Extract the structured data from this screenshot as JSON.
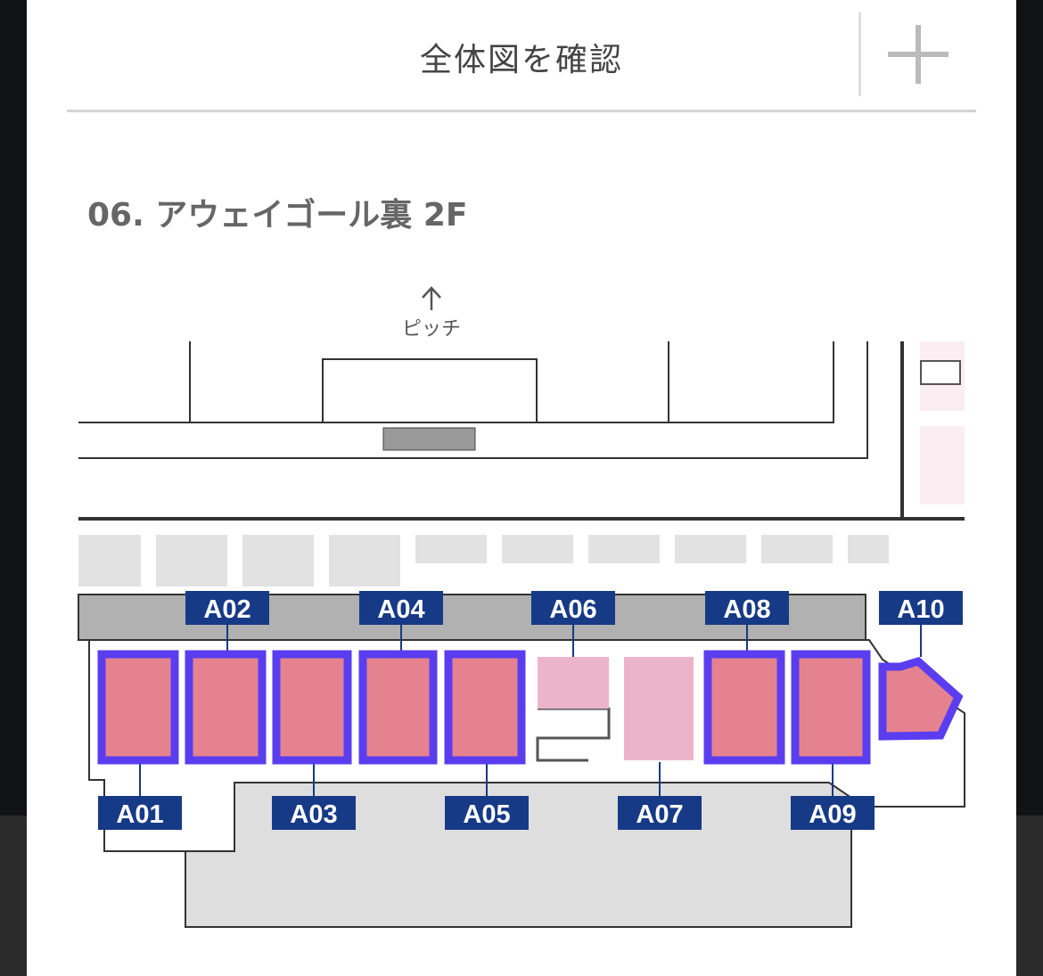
{
  "header": {
    "title": "全体図を確認",
    "expand_icon": "plus-icon"
  },
  "floor": {
    "title": "06. アウェイゴール裏 2F",
    "direction_label": "ピッチ",
    "direction_icon": "arrow-up-icon"
  },
  "colors": {
    "label_bg": "#173a86",
    "selected_border": "#5b3df0",
    "selected_fill": "#e5828f",
    "available_fill": "#ebb4cb"
  },
  "booths": [
    {
      "id": "A01",
      "status": "selected"
    },
    {
      "id": "A02",
      "status": "selected"
    },
    {
      "id": "A03",
      "status": "selected"
    },
    {
      "id": "A04",
      "status": "selected"
    },
    {
      "id": "A05",
      "status": "selected"
    },
    {
      "id": "A06",
      "status": "available"
    },
    {
      "id": "A07",
      "status": "available"
    },
    {
      "id": "A08",
      "status": "selected"
    },
    {
      "id": "A09",
      "status": "selected"
    },
    {
      "id": "A10",
      "status": "selected"
    }
  ]
}
